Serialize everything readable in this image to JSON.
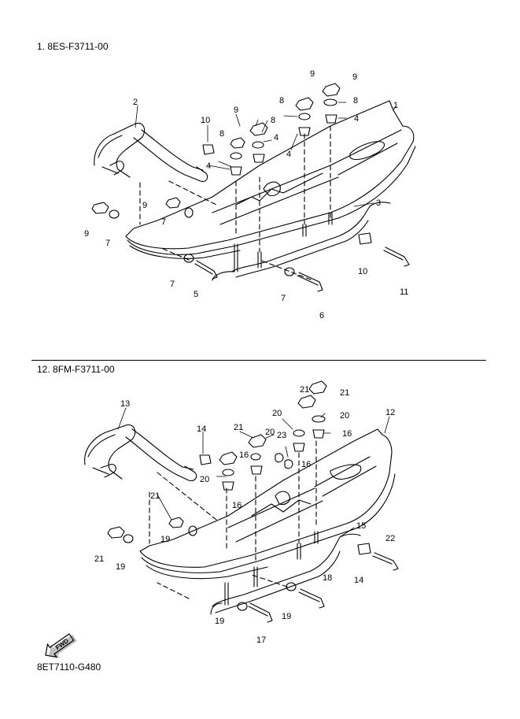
{
  "section1": {
    "heading": "1. 8ES-F3711-00",
    "callouts": [
      "1",
      "2",
      "3",
      "4",
      "4",
      "4",
      "4",
      "5",
      "6",
      "7",
      "7",
      "7",
      "7",
      "8",
      "8",
      "8",
      "8",
      "9",
      "9",
      "9",
      "9",
      "9",
      "10",
      "10",
      "11"
    ]
  },
  "section2": {
    "heading": "12. 8FM-F3711-00",
    "callouts": [
      "12",
      "13",
      "14",
      "14",
      "15",
      "16",
      "16",
      "16",
      "16",
      "17",
      "18",
      "19",
      "19",
      "19",
      "19",
      "20",
      "20",
      "20",
      "20",
      "21",
      "21",
      "21",
      "21",
      "21",
      "22",
      "23"
    ]
  },
  "badge": {
    "fwd": "FWD"
  },
  "footer": {
    "code": "8ET7110-G480"
  }
}
